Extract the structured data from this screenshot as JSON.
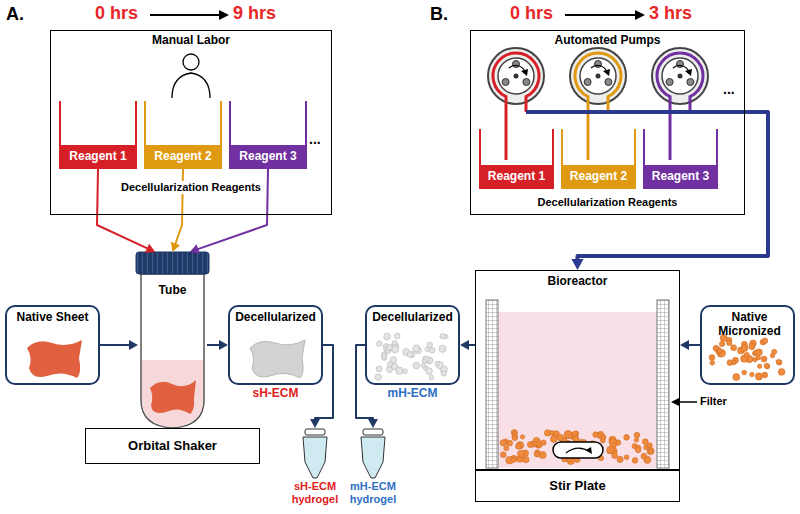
{
  "diagram": {
    "nodes": [
      {
        "text": [
          "Manual Labor",
          "...",
          "Decellularization Reagents"
        ]
      },
      {
        "text": [
          "Reagent 1"
        ],
        "in": 0
      },
      {
        "text": [
          "Reagent 2"
        ],
        "in": 0
      },
      {
        "text": [
          "Reagent 3"
        ],
        "in": 0
      },
      {
        "text": [
          "Native Sheet"
        ]
      },
      {
        "text": [
          "Tube"
        ]
      },
      {
        "text": [
          "Decellularized",
          "sH-ECM"
        ]
      },
      {
        "text": [
          "Orbital Shaker"
        ]
      },
      {
        "text": [
          "sH-ECM hydrogel"
        ]
      },
      {
        "text": [
          "mH-ECM hydrogel"
        ]
      },
      {
        "text": [
          "Automated Pumps",
          "...",
          "Decellularization Reagents"
        ]
      },
      {
        "text": [
          "Reagent 1"
        ],
        "in": 10
      },
      {
        "text": [
          "Reagent 2"
        ],
        "in": 10
      },
      {
        "text": [
          "Reagent 3"
        ],
        "in": 10
      },
      {
        "text": [
          "Bioreactor"
        ]
      },
      {
        "text": [
          "Native Micronized"
        ]
      },
      {
        "text": [
          "Decellularized",
          "mH-ECM"
        ]
      },
      {
        "text": [
          "Stir Plate"
        ]
      }
    ],
    "edges": [
      {
        "from": 1,
        "to": 5,
        "arrow": "to"
      },
      {
        "from": 2,
        "to": 5,
        "arrow": "to"
      },
      {
        "from": 3,
        "to": 5,
        "arrow": "to"
      },
      {
        "from": 4,
        "to": 5,
        "arrow": "to"
      },
      {
        "from": 5,
        "to": 6,
        "arrow": "to"
      },
      {
        "from": 6,
        "to": 8,
        "arrow": "to"
      },
      {
        "from": 10,
        "to": 14,
        "arrow": "to"
      },
      {
        "from": 15,
        "to": 14,
        "arrow": "to"
      },
      {
        "from": 14,
        "to": 16,
        "arrow": "to"
      },
      {
        "from": 16,
        "to": 9,
        "arrow": "to"
      }
    ],
    "labels": [
      "A.",
      "0 hrs",
      "9 hrs",
      "B.",
      "0 hrs",
      "3 hrs",
      "Filter"
    ]
  }
}
